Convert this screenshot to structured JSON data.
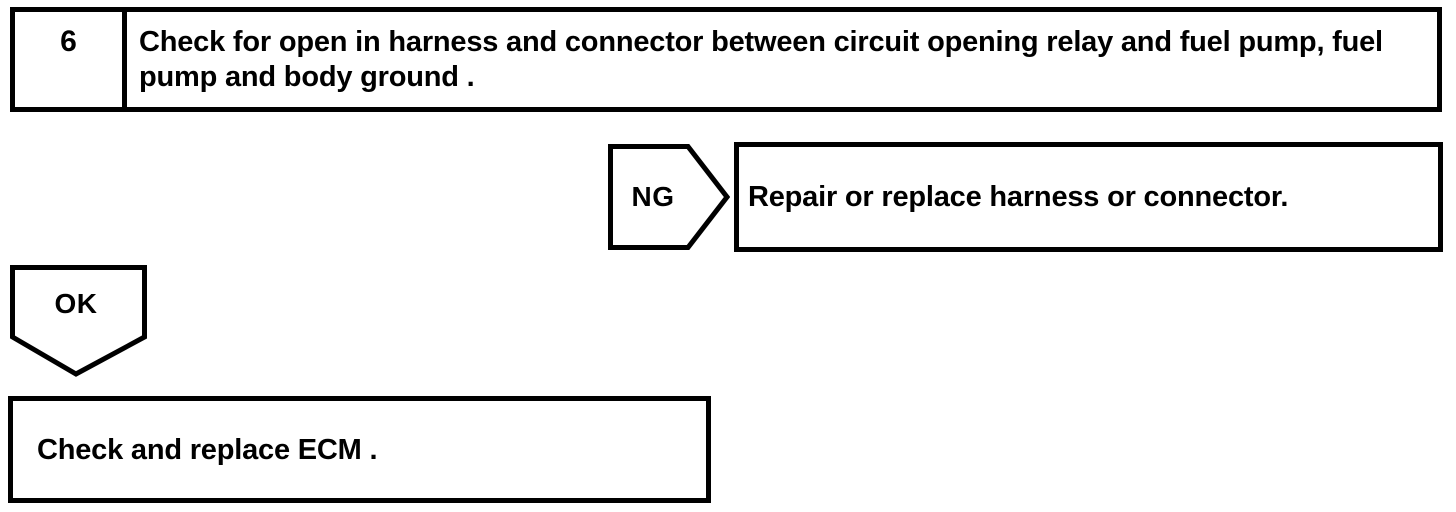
{
  "page": {
    "background_color": "#ffffff",
    "line_color": "#000000"
  },
  "flowchart": {
    "step": {
      "number": "6",
      "instruction": "Check for open in harness and connector between circuit opening relay and fuel pump, fuel pump and body ground ."
    },
    "ng": {
      "label": "NG",
      "result": "Repair or replace harness or connector."
    },
    "ok": {
      "label": "OK",
      "result": "Check and replace ECM ."
    }
  }
}
